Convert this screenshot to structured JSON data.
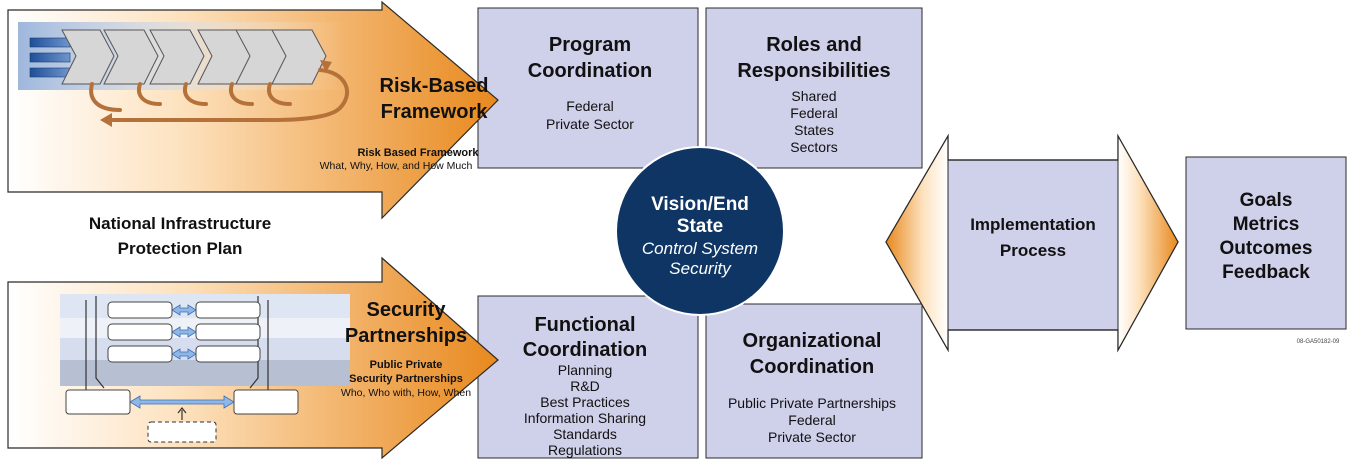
{
  "colors": {
    "box_fill": "#cfd0ea",
    "box_stroke": "#2a2a2a",
    "orange_dark": "#e8891e",
    "orange_light": "#fde2bf",
    "circle_fill": "#0f3564",
    "text": "#111111",
    "white_text": "#ffffff",
    "chevron_fill": "#d6d6d6",
    "arrow_brown": "#b5713a",
    "blue_line": "#3d6fb5"
  },
  "risk_based": {
    "title_line1": "Risk-Based",
    "title_line2": "Framework",
    "sub_title": "Risk Based Framework",
    "sub_text": "What, Why, How, and How Much"
  },
  "nipp": {
    "line1": "National Infrastructure",
    "line2": "Protection Plan"
  },
  "security_partnerships": {
    "title_line1": "Security",
    "title_line2": "Partnerships",
    "sub_line1": "Public Private",
    "sub_line2": "Security Partnerships",
    "sub_text": "Who, Who with, How, When"
  },
  "program_coordination": {
    "title_line1": "Program",
    "title_line2": "Coordination",
    "items": [
      "Federal",
      "Private Sector"
    ]
  },
  "roles": {
    "title_line1": "Roles and",
    "title_line2": "Responsibilities",
    "items": [
      "Shared",
      "Federal",
      "States",
      "Sectors"
    ]
  },
  "functional_coordination": {
    "title_line1": "Functional",
    "title_line2": "Coordination",
    "items": [
      "Planning",
      "R&D",
      "Best Practices",
      "Information Sharing",
      "Standards",
      "Regulations"
    ]
  },
  "organizational_coordination": {
    "title_line1": "Organizational",
    "title_line2": "Coordination",
    "items": [
      "Public Private Partnerships",
      "Federal",
      "Private Sector"
    ]
  },
  "vision": {
    "line1": "Vision/End",
    "line2": "State",
    "line3": "Control System",
    "line4": "Security"
  },
  "implementation": {
    "line1": "Implementation",
    "line2": "Process"
  },
  "goals": {
    "items": [
      "Goals",
      "Metrics",
      "Outcomes",
      "Feedback"
    ]
  },
  "figure_id": "08-GA50182-09"
}
